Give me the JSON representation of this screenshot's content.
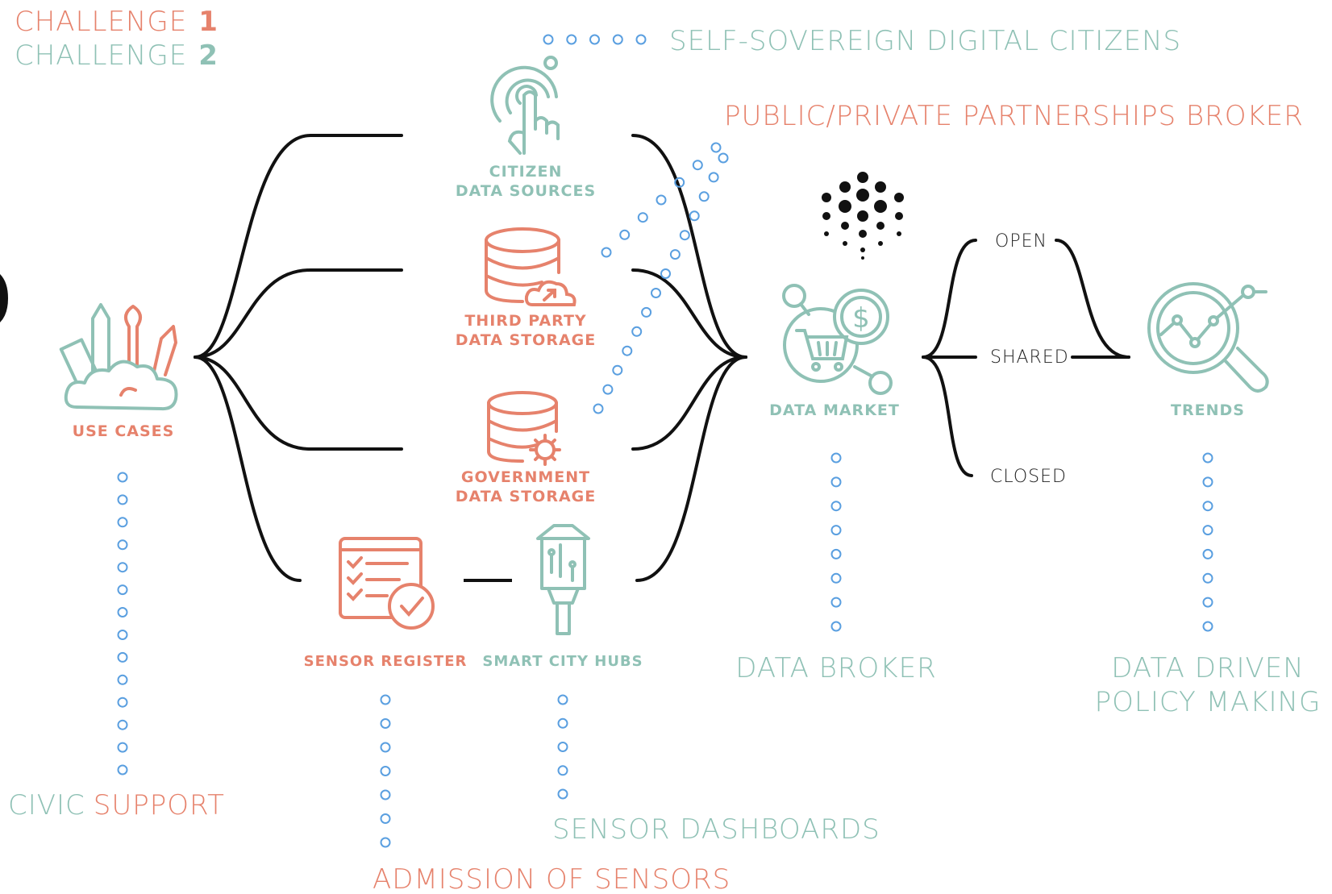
{
  "colors": {
    "teal": "#8fc1b5",
    "coral": "#e6826c",
    "black": "#111111",
    "dot_blue": "#5a9fe0",
    "gray": "#333333"
  },
  "legend": {
    "challenge_word": "CHALLENGE",
    "challenge_1_num": "1",
    "challenge_2_num": "2"
  },
  "top_labels": {
    "self_sovereign": "SELF-SOVEREIGN DIGITAL CITIZENS",
    "ppp_broker": "PUBLIC/PRIVATE PARTNERSHIPS BROKER"
  },
  "nodes": {
    "use_cases": {
      "label": "USE CASES",
      "icon": "art-tools-cloud-icon"
    },
    "citizen_data": {
      "line1": "CITIZEN",
      "line2": "DATA SOURCES",
      "icon": "touch-fingerprint-icon"
    },
    "third_party": {
      "line1": "THIRD PARTY",
      "line2": "DATA STORAGE",
      "icon": "database-cloud-icon"
    },
    "government": {
      "line1": "GOVERNMENT",
      "line2": "DATA STORAGE",
      "icon": "database-gear-icon"
    },
    "sensor_register": {
      "label": "SENSOR REGISTER",
      "icon": "checklist-icon"
    },
    "smart_city_hubs": {
      "label": "SMART CITY HUBS",
      "icon": "street-lamp-icon"
    },
    "data_market": {
      "label": "DATA MARKET",
      "icon": "cart-dollar-icon"
    },
    "trends": {
      "label": "TRENDS",
      "icon": "magnifier-trend-icon"
    }
  },
  "access_levels": {
    "open": "OPEN",
    "shared": "SHARED",
    "closed": "CLOSED"
  },
  "bottom_labels": {
    "civic_part1": "CIVIC",
    "civic_part2": "SUPPORT",
    "admission": "ADMISSION OF SENSORS",
    "dashboards": "SENSOR DASHBOARDS",
    "broker": "DATA BROKER",
    "policy_line1": "DATA DRIVEN",
    "policy_line2": "POLICY MAKING"
  }
}
